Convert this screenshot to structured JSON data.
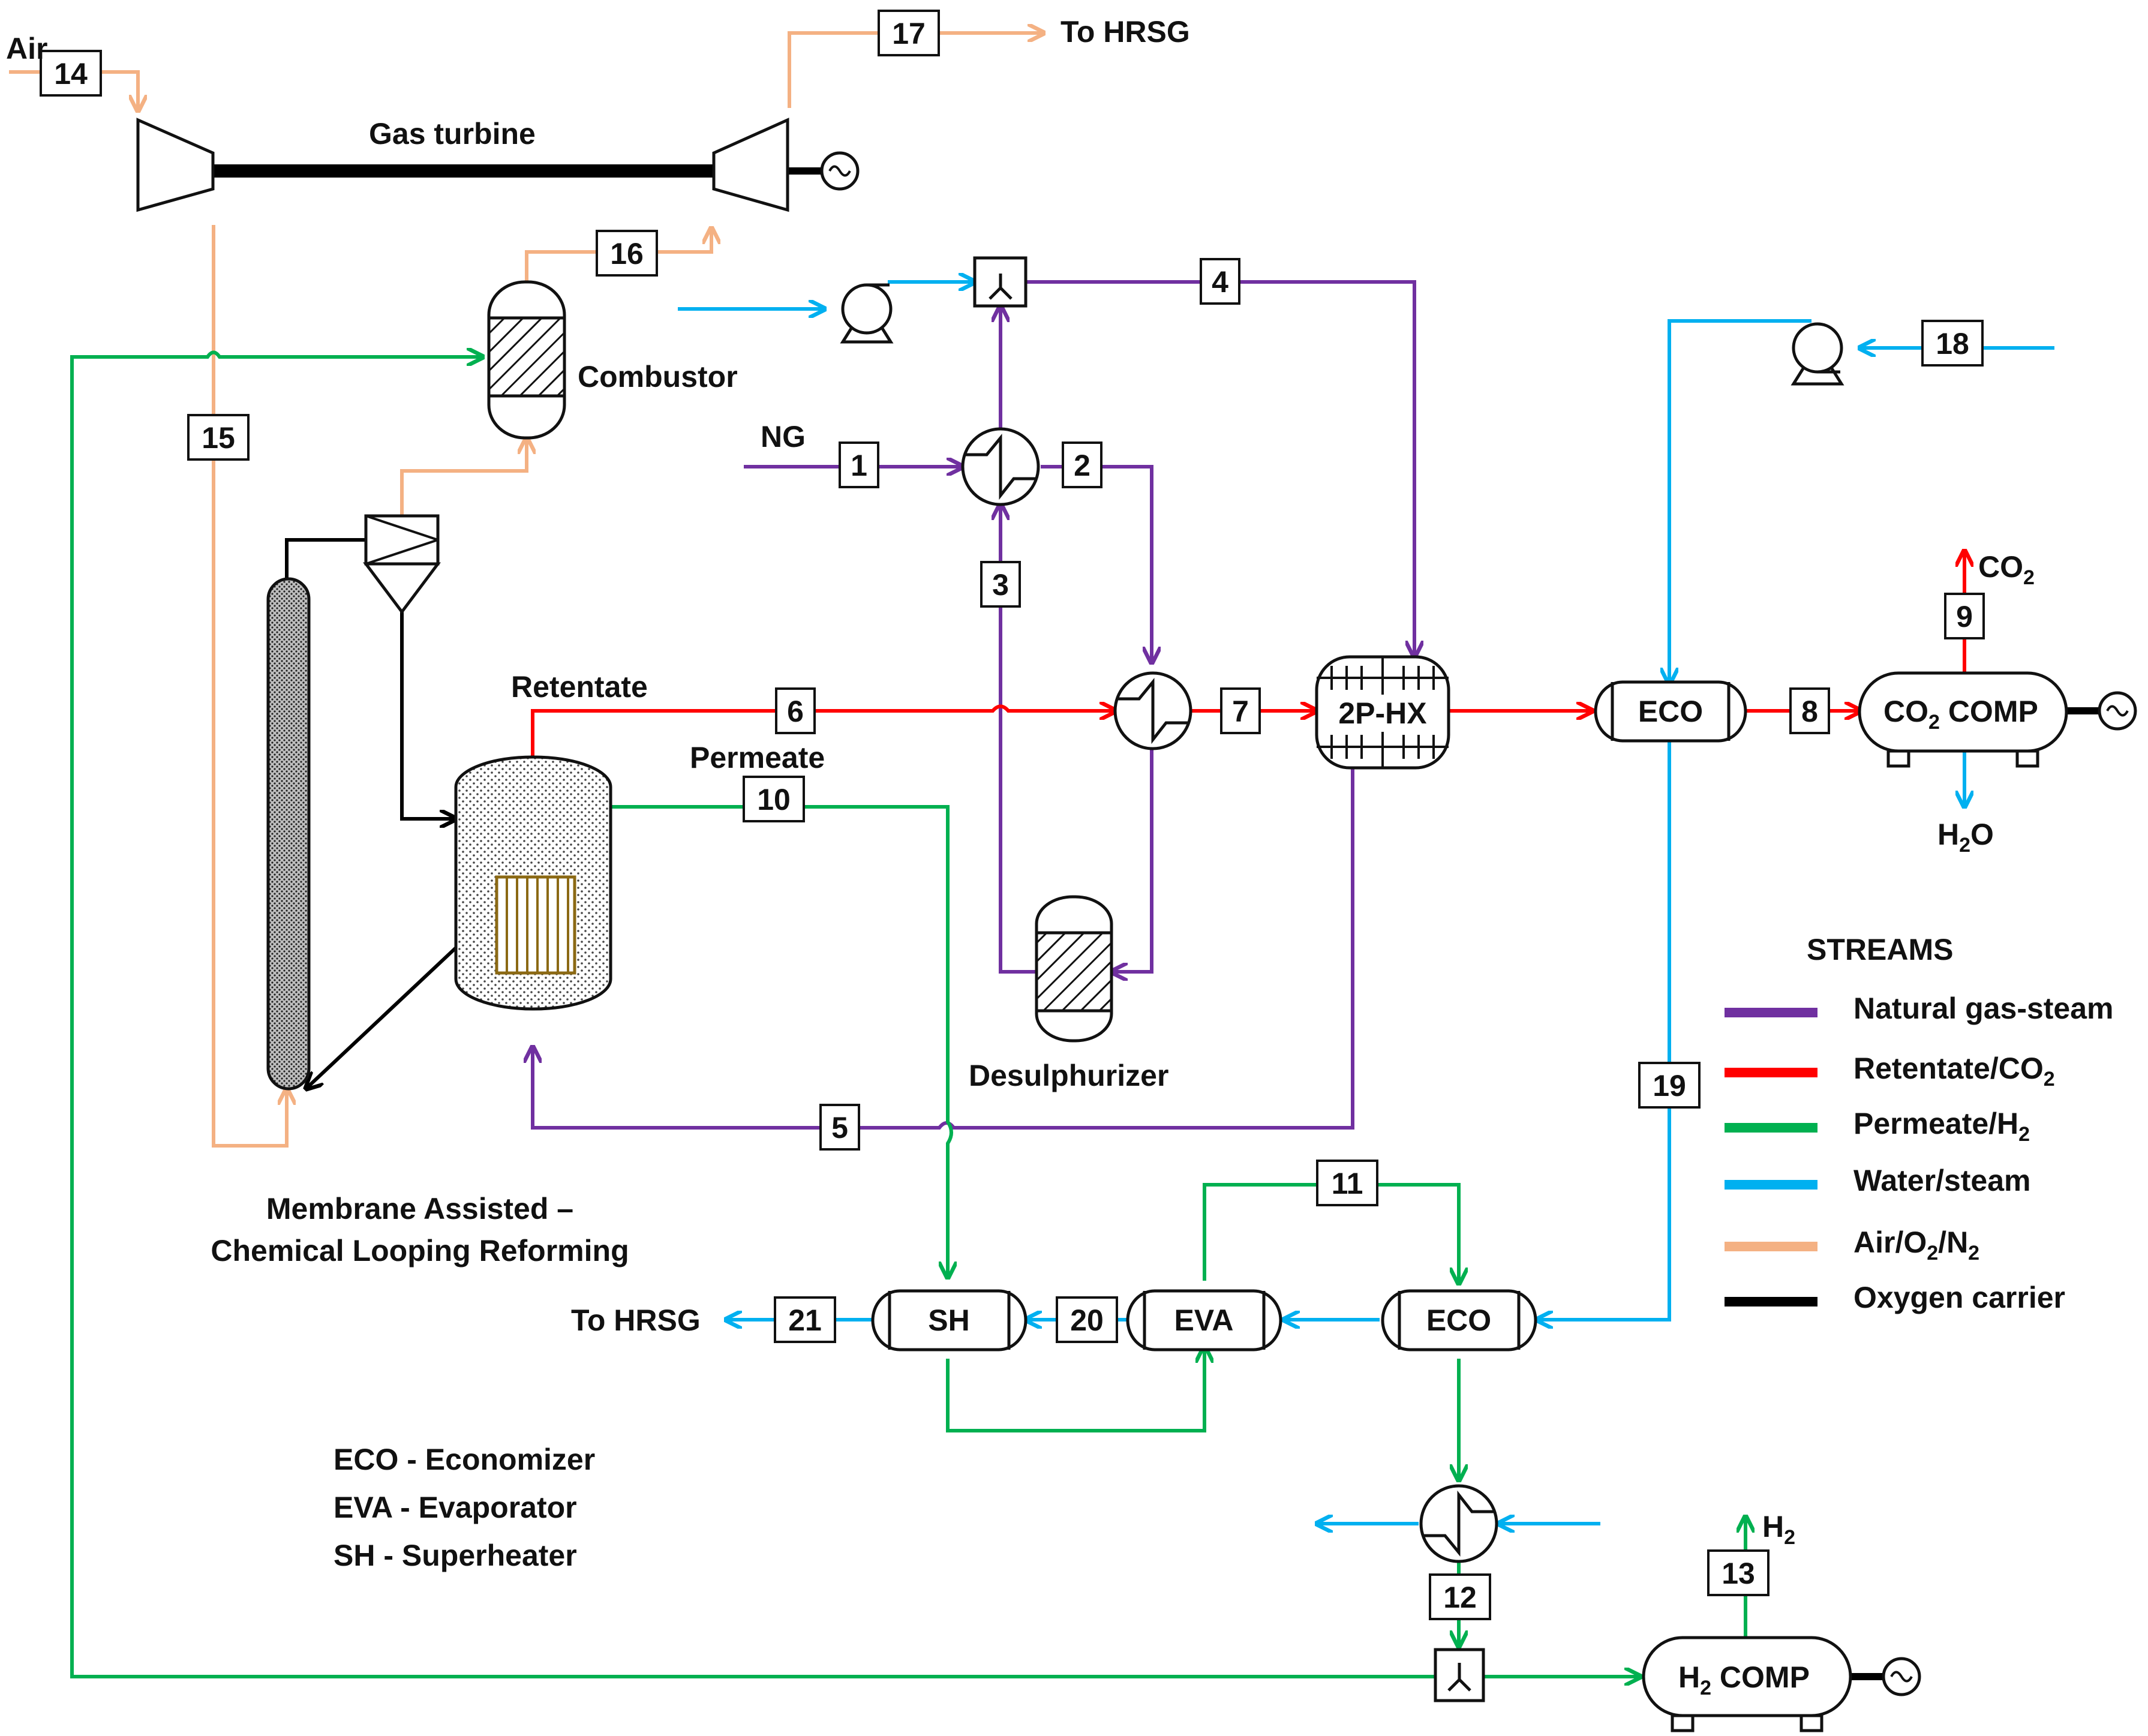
{
  "colors": {
    "natural_gas_steam": "#7030a0",
    "retentate_co2": "#ff0000",
    "permeate_h2": "#00b050",
    "water_steam": "#00b0f0",
    "air_o2_n2": "#f4b183",
    "oxygen_carrier": "#000000"
  },
  "labels": {
    "air": "Air",
    "gas_turbine": "Gas turbine",
    "to_hrsg_top": "To HRSG",
    "combustor": "Combustor",
    "ng": "NG",
    "retentate": "Retentate",
    "permeate": "Permeate",
    "desulphurizer": "Desulphurizer",
    "two_p_hx": "2P-HX",
    "eco_top": "ECO",
    "co2_comp_prefix": "CO",
    "co2_comp_sub": "2",
    "co2_comp_suffix": " COMP",
    "co2_out": "CO",
    "co2_out_sub": "2",
    "h2o_out": "H",
    "h2o_out_sub": "2",
    "h2o_out_suffix": "O",
    "sh": "SH",
    "eva": "EVA",
    "eco_bottom": "ECO",
    "to_hrsg_bottom": "To HRSG",
    "h2_out": "H",
    "h2_out_sub": "2",
    "h2_comp_prefix": "H",
    "h2_comp_sub": "2",
    "h2_comp_suffix": " COMP",
    "mac_line1": "Membrane Assisted –",
    "mac_line2": "Chemical Looping Reforming"
  },
  "abbreviations": [
    "ECO - Economizer",
    "EVA - Evaporator",
    "SH - Superheater"
  ],
  "legend": {
    "title": "STREAMS",
    "items": [
      {
        "label": "Natural gas-steam",
        "color": "#7030a0"
      },
      {
        "label": "Retentate/CO",
        "sub": "2",
        "color": "#ff0000"
      },
      {
        "label": "Permeate/H",
        "sub": "2",
        "color": "#00b050"
      },
      {
        "label": "Water/steam",
        "color": "#00b0f0"
      },
      {
        "label": "Air/O",
        "sub": "2",
        "tail": "/N",
        "sub2": "2",
        "color": "#f4b183"
      },
      {
        "label": "Oxygen carrier",
        "color": "#000000"
      }
    ]
  },
  "streams": [
    "1",
    "2",
    "3",
    "4",
    "5",
    "6",
    "7",
    "8",
    "9",
    "10",
    "11",
    "12",
    "13",
    "14",
    "15",
    "16",
    "17",
    "18",
    "19",
    "20",
    "21"
  ]
}
